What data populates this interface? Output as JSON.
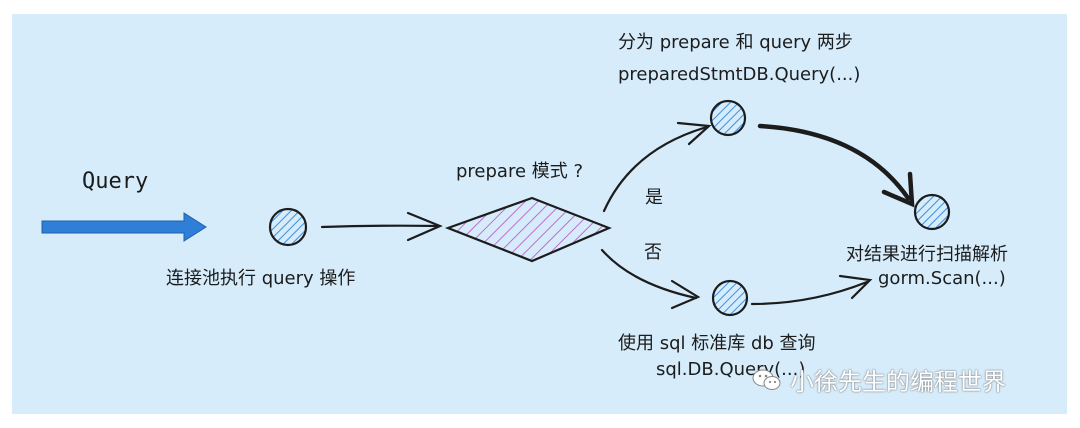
{
  "labels": {
    "query_title": "Query",
    "pool_exec": "连接池执行 query 操作",
    "prepare_question": "prepare 模式 ?",
    "yes": "是",
    "no": "否",
    "split_steps": "分为 prepare 和 query 两步",
    "prepared_call": "preparedStmtDB.Query(...)",
    "scan_result": "对结果进行扫描解析",
    "scan_call": "gorm.Scan(...)",
    "std_lib": "使用 sql 标准库 db 查询",
    "std_call": "sql.DB.Query(...)"
  },
  "watermark": {
    "text": "小徐先生的编程世界"
  },
  "colors": {
    "background": "#d6ecfb",
    "arrow_fill": "#2f7fd8",
    "node_hatch": "#3b8fe0",
    "diamond_hatch": "#b84fc4",
    "stroke": "#1c1c1c"
  }
}
